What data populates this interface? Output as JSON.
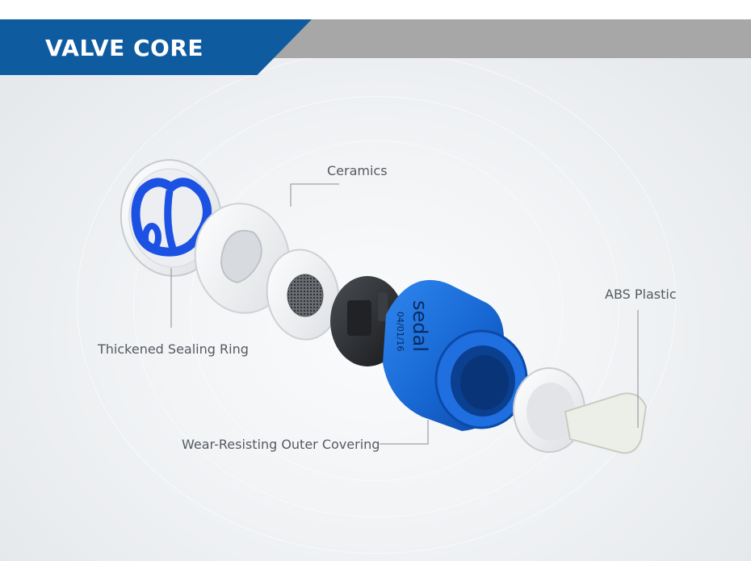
{
  "banner": {
    "title": "VALVE CORE",
    "blue": "#0f5ba0",
    "grey": "#a7a7a7"
  },
  "product": {
    "name": "valve-core-exploded-view",
    "body_text": "sedal",
    "body_code": "04/01/16",
    "accent_color": "#1769d6"
  },
  "callouts": {
    "ceramics": "Ceramics",
    "abs_plastic": "ABS Plastic",
    "sealing_ring": "Thickened Sealing Ring",
    "outer_covering": "Wear-Resisting Outer Covering"
  }
}
